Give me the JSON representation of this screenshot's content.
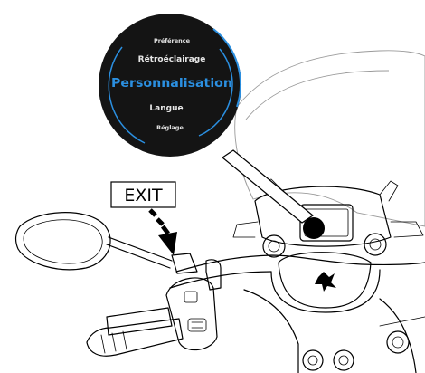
{
  "menu": {
    "items": [
      {
        "label": "Préférence",
        "active": false
      },
      {
        "label": "Rétroéclairage",
        "active": false
      },
      {
        "label": "Personnalisation",
        "active": true
      },
      {
        "label": "Langue",
        "active": false
      },
      {
        "label": "Réglage",
        "active": false
      }
    ]
  },
  "exit_label": "EXIT",
  "colors": {
    "menu_background": "#141414",
    "menu_active": "#2b8fe0",
    "menu_text": "#e6e6e6",
    "outline": "#000000"
  }
}
